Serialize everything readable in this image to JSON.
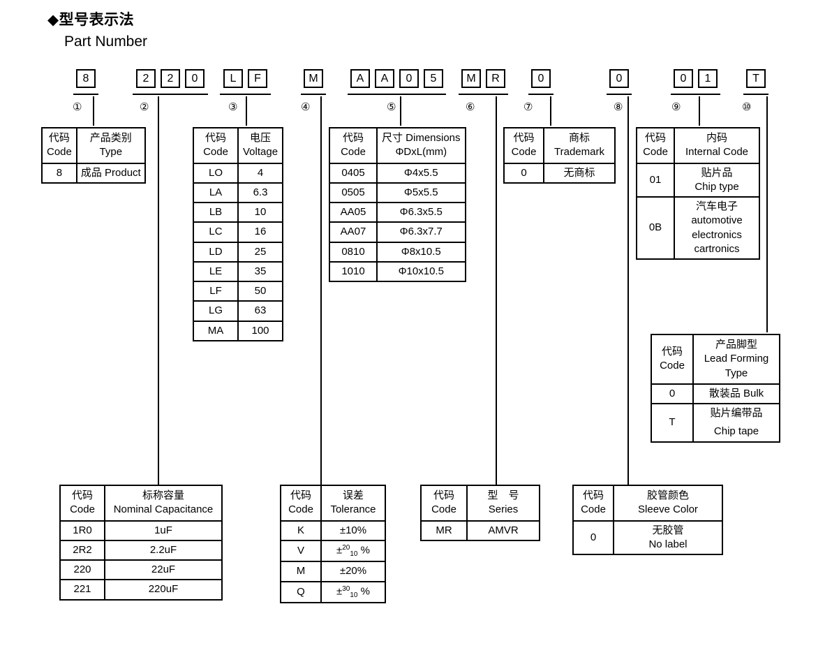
{
  "heading": {
    "cn": "◆型号表示法",
    "en": "Part Number"
  },
  "part_number": {
    "groups": [
      {
        "marker": "①",
        "chars": [
          "8"
        ]
      },
      {
        "marker": "②",
        "chars": [
          "2",
          "2",
          "0"
        ]
      },
      {
        "marker": "③",
        "chars": [
          "L",
          "F"
        ]
      },
      {
        "marker": "④",
        "chars": [
          "M"
        ]
      },
      {
        "marker": "⑤",
        "chars": [
          "A",
          "A",
          "0",
          "5"
        ]
      },
      {
        "marker": "⑥",
        "chars": [
          "M",
          "R"
        ]
      },
      {
        "marker": "⑦",
        "chars": [
          "0"
        ]
      },
      {
        "marker": "⑧",
        "chars": [
          "0"
        ]
      },
      {
        "marker": "⑨",
        "chars": [
          "0",
          "1"
        ]
      },
      {
        "marker": "⑩",
        "chars": [
          "T"
        ]
      }
    ]
  },
  "tables": {
    "type": {
      "header": {
        "code_cn": "代码",
        "code_en": "Code",
        "value_cn": "产品类别",
        "value_en": "Type"
      },
      "rows": [
        {
          "code": "8",
          "value": "成品 Product"
        }
      ]
    },
    "capacitance": {
      "header": {
        "code_cn": "代码",
        "code_en": "Code",
        "value_cn": "标称容量",
        "value_en": "Nominal Capacitance"
      },
      "rows": [
        {
          "code": "1R0",
          "value": "1uF"
        },
        {
          "code": "2R2",
          "value": "2.2uF"
        },
        {
          "code": "220",
          "value": "22uF"
        },
        {
          "code": "221",
          "value": "220uF"
        }
      ]
    },
    "voltage": {
      "header": {
        "code_cn": "代码",
        "code_en": "Code",
        "value_cn": "电压",
        "value_en": "Voltage"
      },
      "rows": [
        {
          "code": "LO",
          "value": "4"
        },
        {
          "code": "LA",
          "value": "6.3"
        },
        {
          "code": "LB",
          "value": "10"
        },
        {
          "code": "LC",
          "value": "16"
        },
        {
          "code": "LD",
          "value": "25"
        },
        {
          "code": "LE",
          "value": "35"
        },
        {
          "code": "LF",
          "value": "50"
        },
        {
          "code": "LG",
          "value": "63"
        },
        {
          "code": "MA",
          "value": "100"
        }
      ]
    },
    "tolerance": {
      "header": {
        "code_cn": "代码",
        "code_en": "Code",
        "value_cn": "误差",
        "value_en": "Tolerance"
      },
      "rows": [
        {
          "code": "K",
          "value": "±10%",
          "sup": "",
          "sub": ""
        },
        {
          "code": "V",
          "value": "",
          "sup": "20",
          "sub": "10"
        },
        {
          "code": "M",
          "value": "±20%",
          "sup": "",
          "sub": ""
        },
        {
          "code": "Q",
          "value": "",
          "sup": "30",
          "sub": "10"
        }
      ]
    },
    "dimensions": {
      "header": {
        "code_cn": "代码",
        "code_en": "Code",
        "value_cn": "尺寸 Dimensions",
        "value_en": "ΦDxL(mm)"
      },
      "rows": [
        {
          "code": "0405",
          "value": "Φ4x5.5"
        },
        {
          "code": "0505",
          "value": "Φ5x5.5"
        },
        {
          "code": "AA05",
          "value": "Φ6.3x5.5"
        },
        {
          "code": "AA07",
          "value": "Φ6.3x7.7"
        },
        {
          "code": "0810",
          "value": "Φ8x10.5"
        },
        {
          "code": "1010",
          "value": "Φ10x10.5"
        }
      ]
    },
    "series": {
      "header": {
        "code_cn": "代码",
        "code_en": "Code",
        "value_cn": "型　号",
        "value_en": "Series"
      },
      "rows": [
        {
          "code": "MR",
          "value": "AMVR"
        }
      ]
    },
    "trademark": {
      "header": {
        "code_cn": "代码",
        "code_en": "Code",
        "value_cn": "商标",
        "value_en": "Trademark"
      },
      "rows": [
        {
          "code": "0",
          "value": "无商标"
        }
      ]
    },
    "sleeve_color": {
      "header": {
        "code_cn": "代码",
        "code_en": "Code",
        "value_cn": "胶管颜色",
        "value_en": "Sleeve Color"
      },
      "rows": [
        {
          "code": "0",
          "value_cn": "无胶管",
          "value_en": "No label"
        }
      ]
    },
    "internal_code": {
      "header": {
        "code_cn": "代码",
        "code_en": "Code",
        "value_cn": "内码",
        "value_en": "Internal Code"
      },
      "rows": [
        {
          "code": "01",
          "lines": [
            "贴片品",
            "Chip type"
          ]
        },
        {
          "code": "0B",
          "lines": [
            "汽车电子",
            "automotive",
            "electronics",
            "cartronics"
          ]
        }
      ]
    },
    "lead_forming": {
      "header": {
        "code_cn": "代码",
        "code_en": "Code",
        "value_cn": "产品脚型",
        "value_en": "Lead Forming",
        "value_en2": "Type"
      },
      "rows": [
        {
          "code": "0",
          "lines": [
            "散装品 Bulk"
          ]
        },
        {
          "code": "T",
          "lines": [
            "贴片编带品",
            "Chip tape"
          ]
        }
      ]
    }
  }
}
